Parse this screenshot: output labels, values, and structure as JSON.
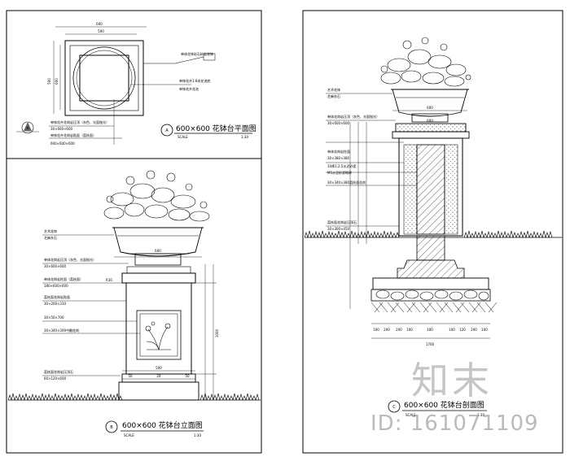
{
  "panel_a": {
    "title": "600×600 花钵台平面图",
    "circle": "A",
    "scale": "SCALE",
    "ratio": "1:30",
    "north_mark": "N",
    "dim_top_outer": "600",
    "dim_top_inner": "500",
    "dim_side_outer": "500",
    "dim_side_inner": "600",
    "notes": [
      "单体花钵彩石砂岩花钵",
      "单钵花卉1.8米花池底",
      "单钵花卉花池",
      "单钵花卉花岗岩压顶（灰色、光面抛光）",
      "30×600×600",
      "单钵花卉花岗岩贴面（荔枝面）",
      "600×600×600"
    ]
  },
  "panel_b": {
    "title": "600×600 花钵台立面图",
    "circle": "B",
    "scale": "SCALE",
    "ratio": "1:30",
    "dim_pot": "600",
    "dim_cap": "R30",
    "dim_base": "500",
    "dim_base_parts": [
      "50",
      "24",
      "50"
    ],
    "dim_height": "1000",
    "labels": [
      "艺术花钵",
      "芝麻灰石",
      "单体花岗岩压顶（灰色、光面抛光）",
      "30×600×600",
      "单体花岗岩柱面（荔枝面）",
      "180×600×600",
      "荔枝面花岗岩贴面",
      "30×200×310",
      "30×50×700",
      "30×340×300中雕花岗",
      "荔枝面花岗岩压顶石",
      "60×120×600"
    ]
  },
  "panel_c": {
    "title": "600×600 花钵台剖面图",
    "circle": "C",
    "scale": "SCALE",
    "ratio": "1:30",
    "dim_pot": "600",
    "dim_top": "600",
    "dim_bottom": "1700",
    "dim_bottom_parts": [
      "100",
      "200",
      "200",
      "100",
      "100",
      "100",
      "120",
      "200",
      "100"
    ],
    "labels": [
      "艺术花钵",
      "芝麻灰石",
      "单体花岗岩压顶（灰色、光面抛光）",
      "30×600×600",
      "单体花岗岩柱面",
      "30×380×380",
      "10厚1:2.5水泥砂浆",
      "M5水泥砂浆砌砖",
      "30×340×380荔枝面花岗",
      "荔枝面花岗岩压顶石",
      "30×300×450"
    ]
  },
  "watermark": {
    "brand": "知末",
    "id": "ID: 161071109"
  }
}
